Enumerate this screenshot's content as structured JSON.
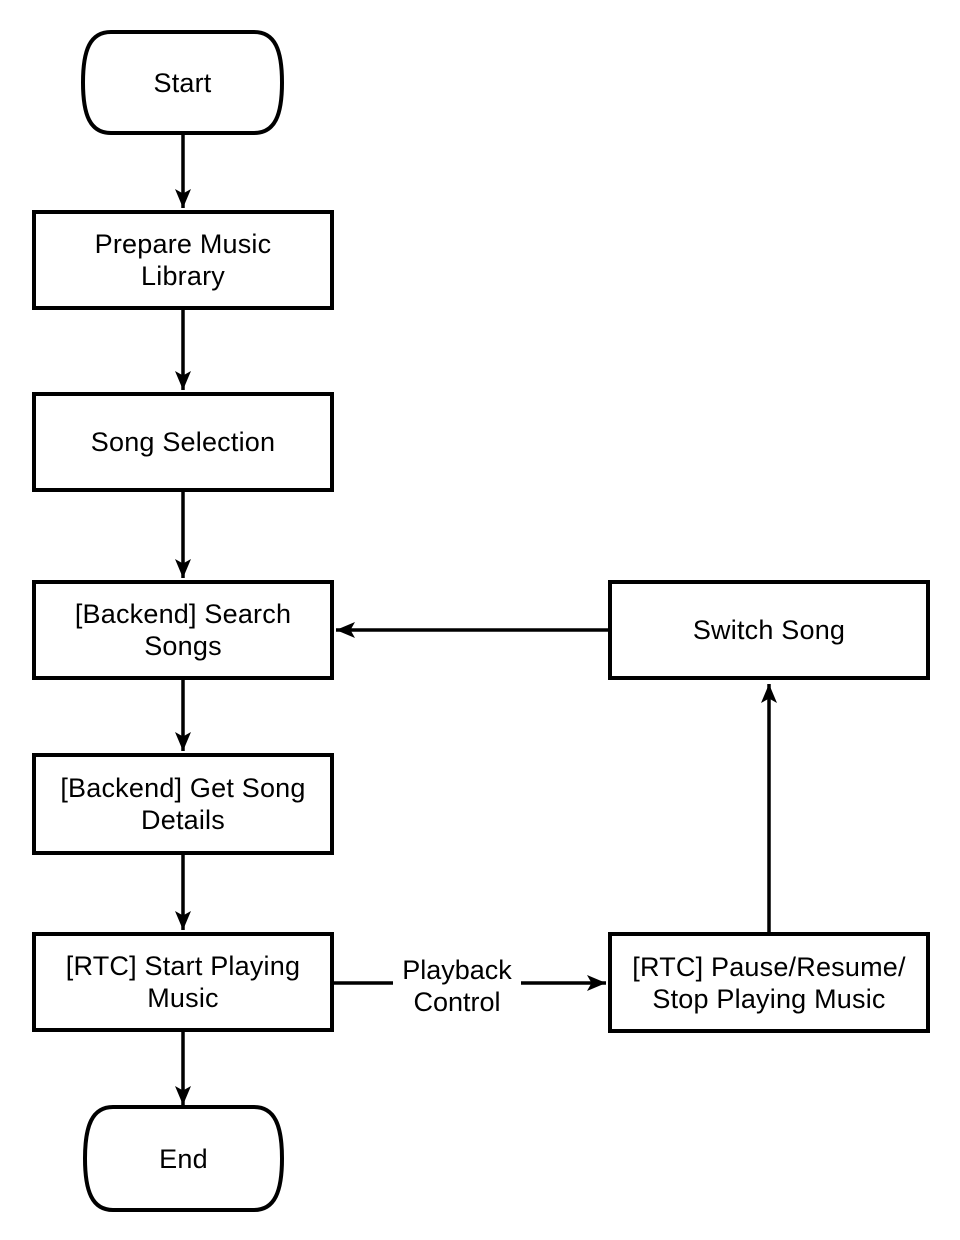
{
  "diagram": {
    "type": "flowchart",
    "colors": {
      "stroke": "#000000",
      "node_fill": "#ffffff",
      "text": "#000000",
      "background": "#ffffff"
    },
    "nodes": {
      "start": {
        "shape": "stadium",
        "label": "Start"
      },
      "prepare_music_library": {
        "shape": "rect",
        "line1": "Prepare Music",
        "line2": "Library"
      },
      "song_selection": {
        "shape": "rect",
        "line1": "Song Selection"
      },
      "search_songs": {
        "shape": "rect",
        "line1": "[Backend] Search",
        "line2": "Songs"
      },
      "get_song_details": {
        "shape": "rect",
        "line1": "[Backend] Get Song",
        "line2": "Details"
      },
      "rtc_start_playing": {
        "shape": "rect",
        "line1": "[RTC] Start Playing",
        "line2": "Music"
      },
      "end_node": {
        "shape": "stadium",
        "label": "End"
      },
      "switch_song": {
        "shape": "rect",
        "line1": "Switch Song"
      },
      "rtc_pause_resume": {
        "shape": "rect",
        "line1": "[RTC] Pause/Resume/",
        "line2": "Stop Playing Music"
      }
    },
    "edges": [
      {
        "from": "start",
        "to": "prepare_music_library"
      },
      {
        "from": "prepare_music_library",
        "to": "song_selection"
      },
      {
        "from": "song_selection",
        "to": "search_songs"
      },
      {
        "from": "search_songs",
        "to": "get_song_details"
      },
      {
        "from": "get_song_details",
        "to": "rtc_start_playing"
      },
      {
        "from": "rtc_start_playing",
        "to": "end_node"
      },
      {
        "from": "rtc_start_playing",
        "to": "rtc_pause_resume",
        "label_line1": "Playback",
        "label_line2": "Control"
      },
      {
        "from": "rtc_pause_resume",
        "to": "switch_song"
      },
      {
        "from": "switch_song",
        "to": "search_songs"
      }
    ]
  }
}
